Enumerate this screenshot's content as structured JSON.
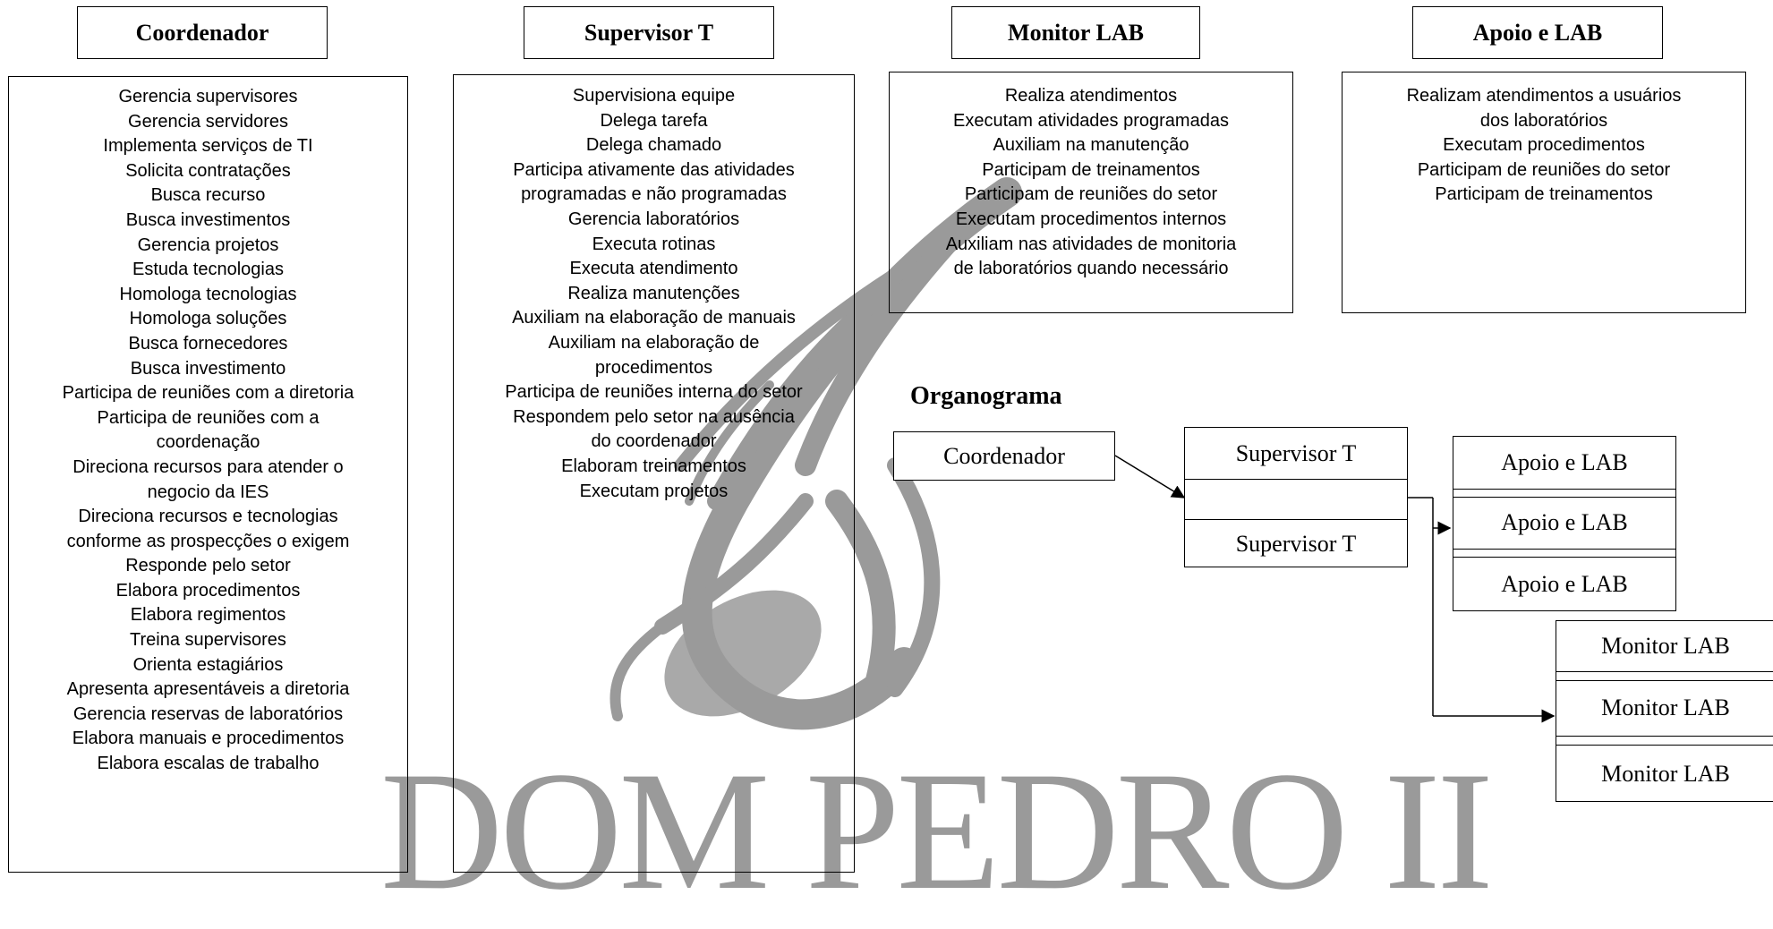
{
  "columns": [
    {
      "title": "Coordenador",
      "items": [
        "Gerencia supervisores",
        "Gerencia servidores",
        "Implementa serviços de TI",
        "Solicita contratações",
        "Busca recurso",
        "Busca investimentos",
        "Gerencia projetos",
        "Estuda tecnologias",
        "Homologa tecnologias",
        "Homologa soluções",
        "Busca fornecedores",
        "Busca investimento",
        "Participa de reuniões com a diretoria",
        "Participa de reuniões com a",
        "coordenação",
        "Direciona recursos para atender o",
        "negocio da IES",
        "Direciona recursos e tecnologias",
        "conforme as prospecções o exigem",
        "Responde pelo setor",
        "Elabora procedimentos",
        "Elabora regimentos",
        "Treina supervisores",
        "Orienta estagiários",
        "Apresenta apresentáveis a diretoria",
        "Gerencia reservas de laboratórios",
        "Elabora manuais e procedimentos",
        "Elabora escalas de trabalho"
      ]
    },
    {
      "title": "Supervisor T",
      "items": [
        "Supervisiona equipe",
        "Delega tarefa",
        "Delega chamado",
        "Participa ativamente das atividades",
        "programadas e não programadas",
        "Gerencia laboratórios",
        "Executa rotinas",
        "Executa atendimento",
        "Realiza manutenções",
        "Auxiliam na elaboração de manuais",
        "Auxiliam na elaboração de",
        "procedimentos",
        "Participa de reuniões interna do setor",
        "Respondem pelo setor na ausência",
        "do coordenador",
        "Elaboram treinamentos",
        "Executam projetos"
      ]
    },
    {
      "title": "Monitor LAB",
      "items": [
        "Realiza atendimentos",
        "Executam atividades programadas",
        "Auxiliam na manutenção",
        "Participam de treinamentos",
        "Participam de reuniões do setor",
        "Executam procedimentos internos",
        "Auxiliam nas atividades de monitoria",
        "de laboratórios quando necessário"
      ]
    },
    {
      "title": "Apoio e LAB",
      "items": [
        "Realizam atendimentos a usuários",
        "dos laboratórios",
        "Executam procedimentos",
        "Participam de reuniões do setor",
        "Participam de treinamentos"
      ]
    }
  ],
  "organogram": {
    "heading": "Organograma",
    "root": "Coordenador",
    "supervisors": [
      "Supervisor T",
      "Supervisor T"
    ],
    "apoio": [
      "Apoio e LAB",
      "Apoio e LAB",
      "Apoio e LAB"
    ],
    "monitors": [
      "Monitor LAB",
      "Monitor LAB",
      "Monitor LAB"
    ]
  },
  "watermark": {
    "text": "DOM PEDRO II",
    "color": "#9a9a9a"
  }
}
